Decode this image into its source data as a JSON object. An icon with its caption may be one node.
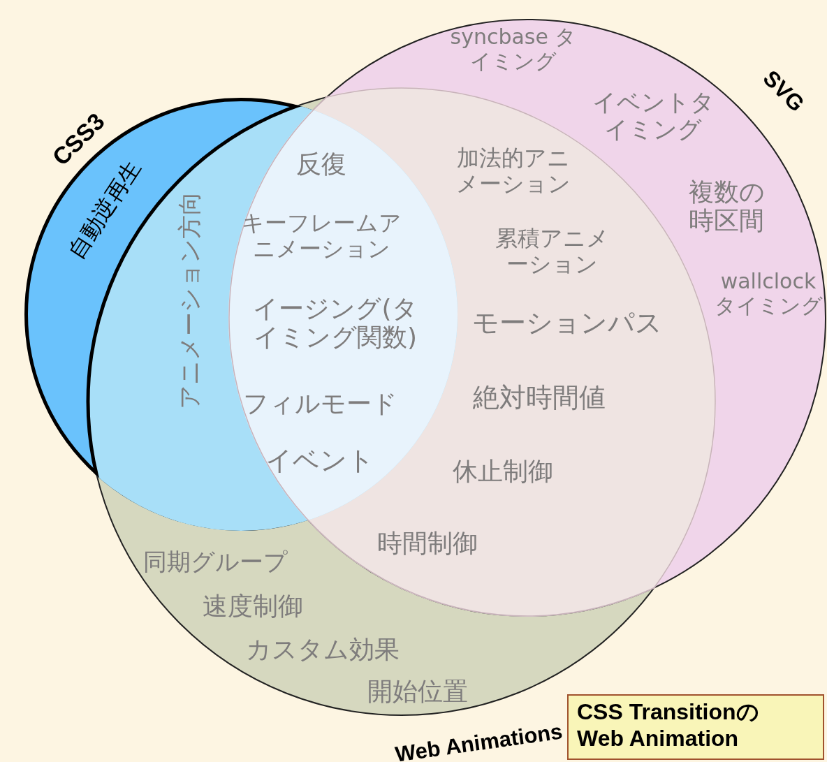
{
  "diagram": {
    "nodes": [
      {
        "text": [
          "CSS3"
        ]
      },
      {
        "text": [
          "SVG"
        ]
      },
      {
        "text": [
          "Web Animations"
        ]
      },
      {
        "text": [
          "CSS Transitionの",
          "Web Animation"
        ]
      }
    ],
    "labels": [
      "syncbase タイミング",
      "自動逆再生",
      "反復",
      "イベントタイミング",
      "加法的アニメーション",
      "アニメーション方向",
      "キーフレームアニメーション",
      "複数の時区間",
      "累積アニメーション",
      "wallclock タイミング",
      "イージング(タイミング関数)",
      "モーションパス",
      "フィルモード",
      "絶対時間値",
      "イベント",
      "休止制御",
      "時間制御",
      "同期グループ",
      "速度制御",
      "カスタム効果",
      "開始位置"
    ]
  }
}
